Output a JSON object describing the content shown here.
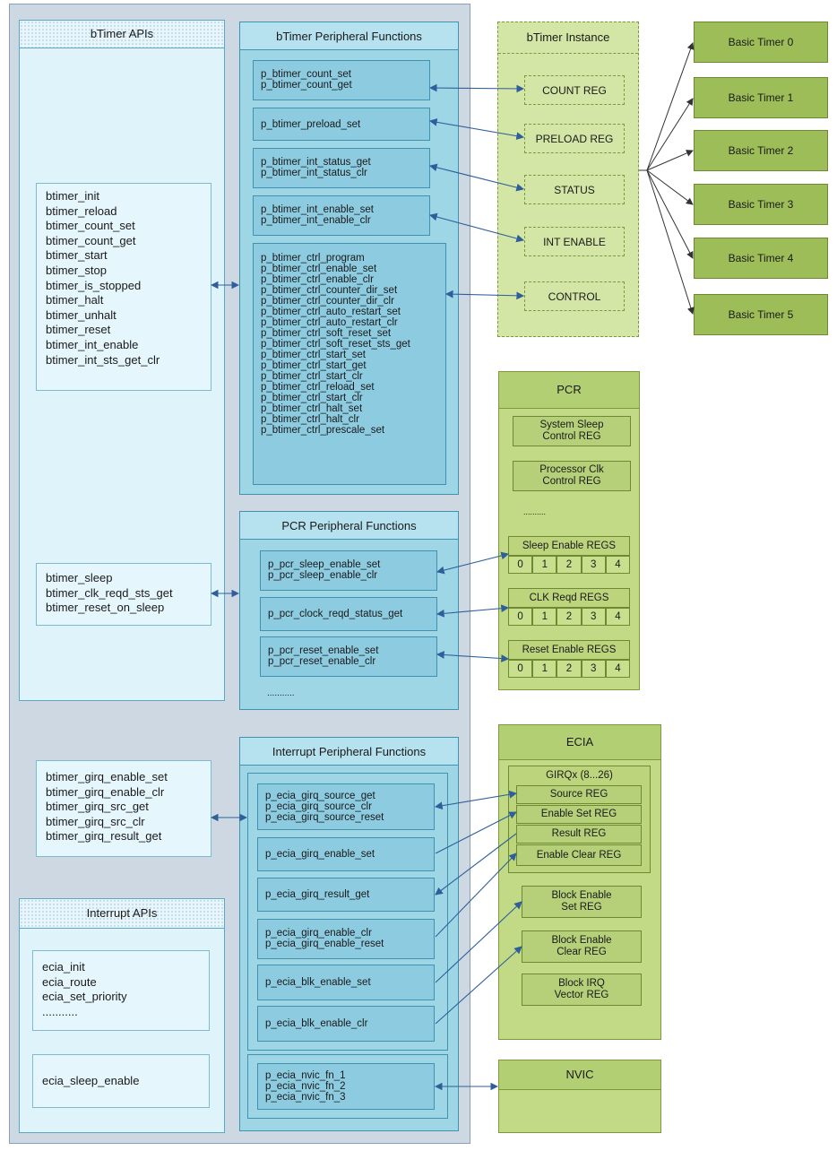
{
  "btimer_apis": {
    "title": "bTimer APIs",
    "group1": [
      "btimer_init",
      "btimer_reload",
      "btimer_count_set",
      "btimer_count_get",
      "btimer_start",
      "btimer_stop",
      "btimer_is_stopped",
      "btimer_halt",
      "btimer_unhalt",
      "btimer_reset",
      "btimer_int_enable",
      "btimer_int_sts_get_clr"
    ],
    "group2": [
      "btimer_sleep",
      "btimer_clk_reqd_sts_get",
      "btimer_reset_on_sleep"
    ],
    "group3": [
      "btimer_girq_enable_set",
      "btimer_girq_enable_clr",
      "btimer_girq_src_get",
      "btimer_girq_src_clr",
      "btimer_girq_result_get"
    ]
  },
  "interrupt_apis": {
    "title": "Interrupt APIs",
    "group1": [
      "ecia_init",
      "ecia_route",
      "ecia_set_priority",
      "..........."
    ],
    "group2": [
      "ecia_sleep_enable"
    ]
  },
  "btimer_pf": {
    "title": "bTimer Peripheral Functions",
    "boxes": [
      [
        "p_btimer_count_set",
        "p_btimer_count_get"
      ],
      [
        "p_btimer_preload_set"
      ],
      [
        "p_btimer_int_status_get",
        "p_btimer_int_status_clr"
      ],
      [
        "p_btimer_int_enable_set",
        "p_btimer_int_enable_clr"
      ],
      [
        "p_btimer_ctrl_program",
        "p_btimer_ctrl_enable_set",
        "p_btimer_ctrl_enable_clr",
        "p_btimer_ctrl_counter_dir_set",
        "p_btimer_ctrl_counter_dir_clr",
        "p_btimer_ctrl_auto_restart_set",
        "p_btimer_ctrl_auto_restart_clr",
        "p_btimer_ctrl_soft_reset_set",
        "p_btimer_ctrl_soft_reset_sts_get",
        "p_btimer_ctrl_start_set",
        "p_btimer_ctrl_start_get",
        "p_btimer_ctrl_start_clr",
        "p_btimer_ctrl_reload_set",
        "p_btimer_ctrl_start_clr",
        "p_btimer_ctrl_halt_set",
        "p_btimer_ctrl_halt_clr",
        "p_btimer_ctrl_prescale_set"
      ]
    ]
  },
  "pcr_pf": {
    "title": "PCR Peripheral Functions",
    "boxes": [
      [
        "p_pcr_sleep_enable_set",
        "p_pcr_sleep_enable_clr"
      ],
      [
        "p_pcr_clock_reqd_status_get"
      ],
      [
        "p_pcr_reset_enable_set",
        "p_pcr_reset_enable_clr"
      ]
    ],
    "ellipsis": "..........."
  },
  "int_pf": {
    "title": "Interrupt Peripheral Functions",
    "boxes": [
      [
        "p_ecia_girq_source_get",
        "p_ecia_girq_source_clr",
        "p_ecia_girq_source_reset"
      ],
      [
        "p_ecia_girq_enable_set"
      ],
      [
        "p_ecia_girq_result_get"
      ],
      [
        "p_ecia_girq_enable_clr",
        "p_ecia_girq_enable_reset"
      ],
      [
        "p_ecia_blk_enable_set"
      ],
      [
        "p_ecia_blk_enable_clr"
      ]
    ],
    "nvic_box": [
      "p_ecia_nvic_fn_1",
      "p_ecia_nvic_fn_2",
      "p_ecia_nvic_fn_3"
    ]
  },
  "btimer_instance": {
    "title": "bTimer Instance",
    "regs": [
      "COUNT REG",
      "PRELOAD REG",
      "STATUS",
      "INT ENABLE",
      "CONTROL"
    ]
  },
  "basic_timers": [
    "Basic Timer 0",
    "Basic Timer 1",
    "Basic Timer 2",
    "Basic Timer 3",
    "Basic Timer 4",
    "Basic Timer 5"
  ],
  "pcr": {
    "title": "PCR",
    "reg1": [
      "System Sleep",
      "Control REG"
    ],
    "reg2": [
      "Processor Clk",
      "Control REG"
    ],
    "ellipsis": "..........",
    "groups": [
      "Sleep Enable REGS",
      "CLK Reqd REGS",
      "Reset Enable REGS"
    ],
    "cells": [
      "0",
      "1",
      "2",
      "3",
      "4"
    ]
  },
  "ecia": {
    "title": "ECIA",
    "girq_title": "GIRQx (8...26)",
    "girq_regs": [
      "Source REG",
      "Enable Set REG",
      "Result REG",
      "Enable Clear REG"
    ],
    "blk1": [
      "Block Enable",
      "Set REG"
    ],
    "blk2": [
      "Block Enable",
      "Clear REG"
    ],
    "blk3": [
      "Block IRQ",
      "Vector REG"
    ]
  },
  "nvic": {
    "title": "NVIC"
  }
}
